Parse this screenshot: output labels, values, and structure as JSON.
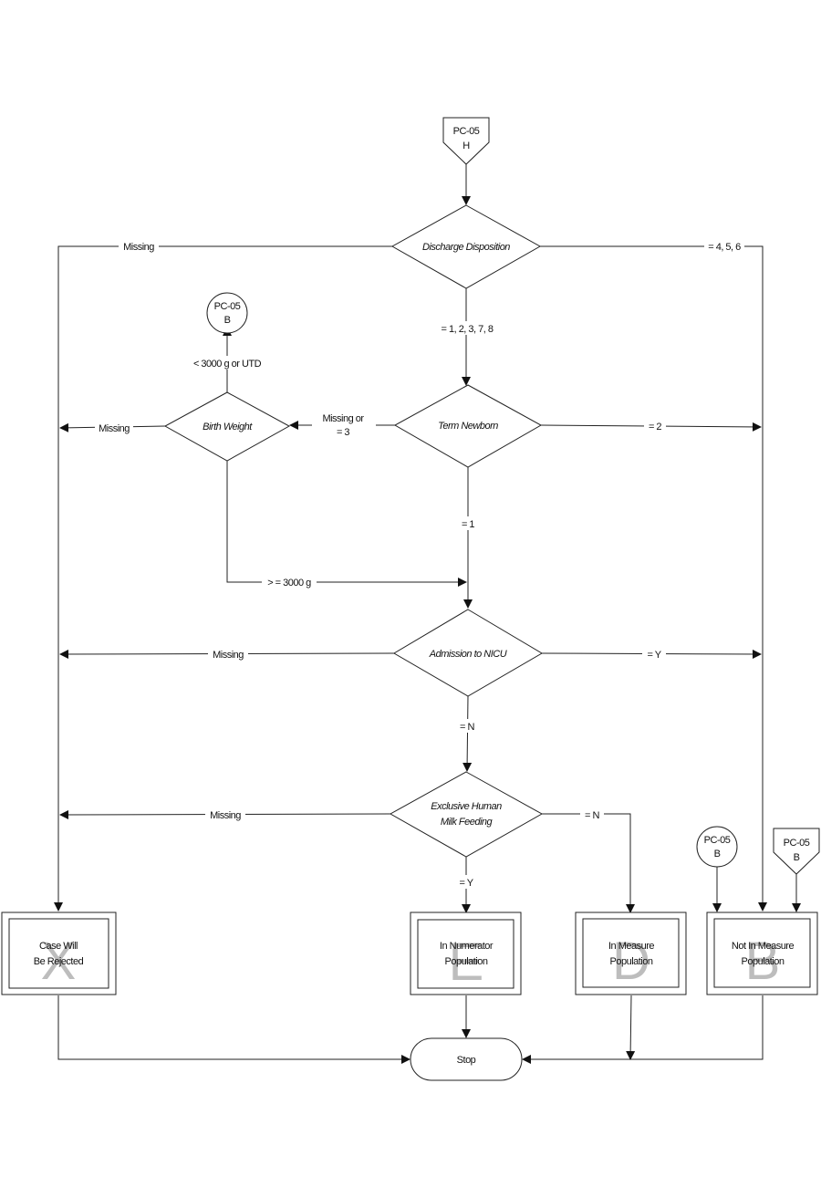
{
  "connectors": {
    "top": {
      "line1": "PC-05",
      "line2": "H"
    },
    "birth_weight_exit": {
      "line1": "PC-05",
      "line2": "B"
    },
    "entry_circle": {
      "line1": "PC-05",
      "line2": "B"
    },
    "entry_offpage": {
      "line1": "PC-05",
      "line2": "B"
    }
  },
  "decisions": {
    "discharge_disposition": {
      "label": "Discharge Disposition"
    },
    "term_newborn": {
      "label": "Term Newborn"
    },
    "birth_weight": {
      "label": "Birth Weight"
    },
    "admission_nicu": {
      "label": "Admission to NICU"
    },
    "exclusive_milk": {
      "line1": "Exclusive Human",
      "line2": "Milk Feeding"
    }
  },
  "edges": {
    "dd_missing": "Missing",
    "dd_456": "= 4, 5, 6",
    "dd_12378": "= 1, 2, 3, 7, 8",
    "tn_missing_or_3_line1": "Missing  or",
    "tn_missing_or_3_line2": "= 3",
    "tn_2": "= 2",
    "tn_1": "= 1",
    "bw_missing": "Missing",
    "bw_lt3000": "< 3000 g or UTD",
    "bw_ge3000": "> = 3000 g",
    "nicu_missing": "Missing",
    "nicu_y": "= Y",
    "nicu_n": "= N",
    "milk_missing": "Missing",
    "milk_n": "= N",
    "milk_y": "= Y"
  },
  "outcomes": {
    "rejected": {
      "line1": "Case Will",
      "line2": "Be Rejected",
      "category": "X"
    },
    "numerator": {
      "line1": "In Numerator",
      "line2": "Population",
      "category": "E"
    },
    "in_measure": {
      "line1": "In Measure",
      "line2": "Population",
      "category": "D"
    },
    "not_in_measure": {
      "line1": "Not In Measure",
      "line2": "Population",
      "category": "B"
    }
  },
  "terminal": {
    "label": "Stop"
  }
}
